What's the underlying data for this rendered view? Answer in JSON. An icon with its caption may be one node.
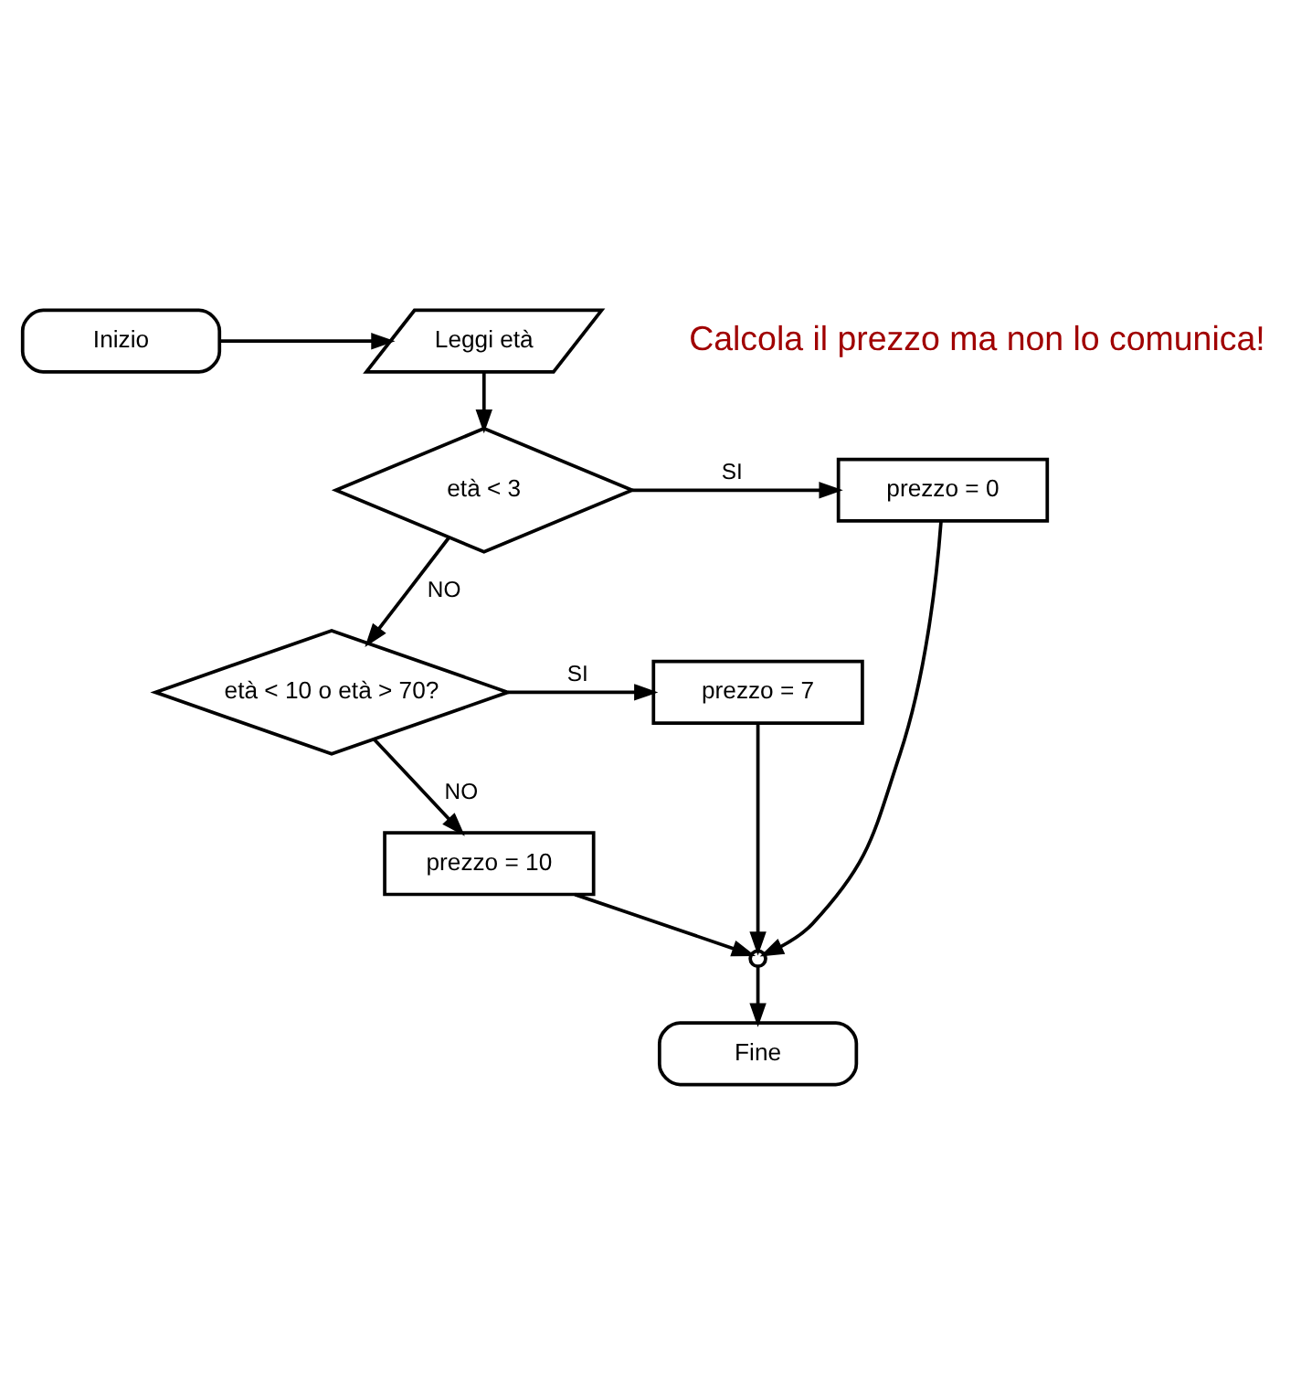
{
  "diagram": {
    "nodes": [
      {
        "text": [
          "Inizio"
        ]
      },
      {
        "text": [
          "Leggi età"
        ]
      },
      {
        "text": [
          "età < 3"
        ]
      },
      {
        "text": [
          "prezzo = 0"
        ]
      },
      {
        "text": [
          "età < 10 o età > 70?"
        ]
      },
      {
        "text": [
          "prezzo = 7"
        ]
      },
      {
        "text": [
          "prezzo = 10"
        ]
      },
      {
        "text": [],
        "shape": "circle"
      },
      {
        "text": [
          "Fine"
        ]
      }
    ],
    "edges": [
      {
        "from": 0,
        "to": 1,
        "arrow": "to"
      },
      {
        "from": 1,
        "to": 2,
        "arrow": "to"
      },
      {
        "from": 2,
        "to": 3,
        "arrow": "to",
        "label": "SI"
      },
      {
        "from": 2,
        "to": 4,
        "arrow": "to",
        "label": "NO"
      },
      {
        "from": 4,
        "to": 5,
        "arrow": "to",
        "label": "SI"
      },
      {
        "from": 4,
        "to": 6,
        "arrow": "to",
        "label": "NO"
      },
      {
        "from": 3,
        "to": 7,
        "arrow": "to"
      },
      {
        "from": 6,
        "to": 7,
        "arrow": "to"
      },
      {
        "from": 5,
        "to": 7,
        "arrow": "to"
      },
      {
        "from": 7,
        "to": 8,
        "arrow": "to"
      }
    ],
    "labels": [
      "Calcola il prezzo ma non lo comunica!"
    ]
  }
}
